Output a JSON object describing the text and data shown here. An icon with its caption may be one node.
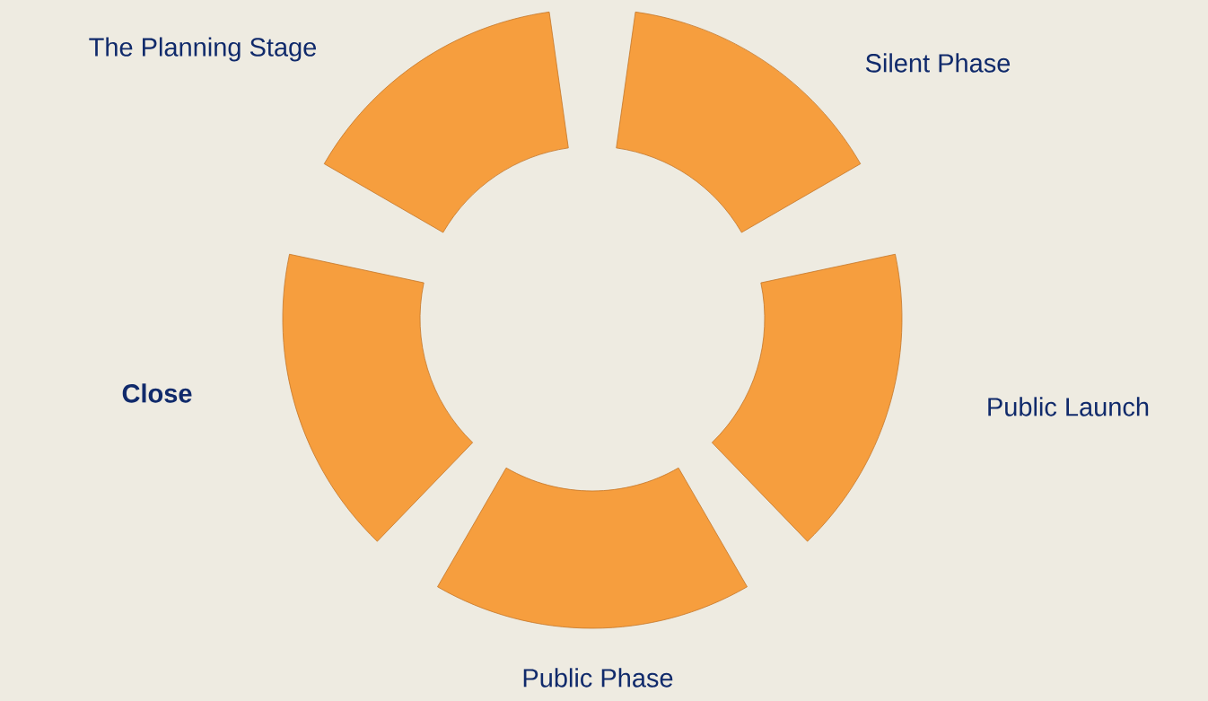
{
  "diagram": {
    "nodes": [
      {
        "text": [
          "The Planning Stage"
        ]
      },
      {
        "text": [
          "Silent Phase"
        ]
      },
      {
        "text": [
          "Public Launch"
        ]
      },
      {
        "text": [
          "Public Phase"
        ]
      },
      {
        "text": [
          "Close"
        ]
      }
    ]
  }
}
